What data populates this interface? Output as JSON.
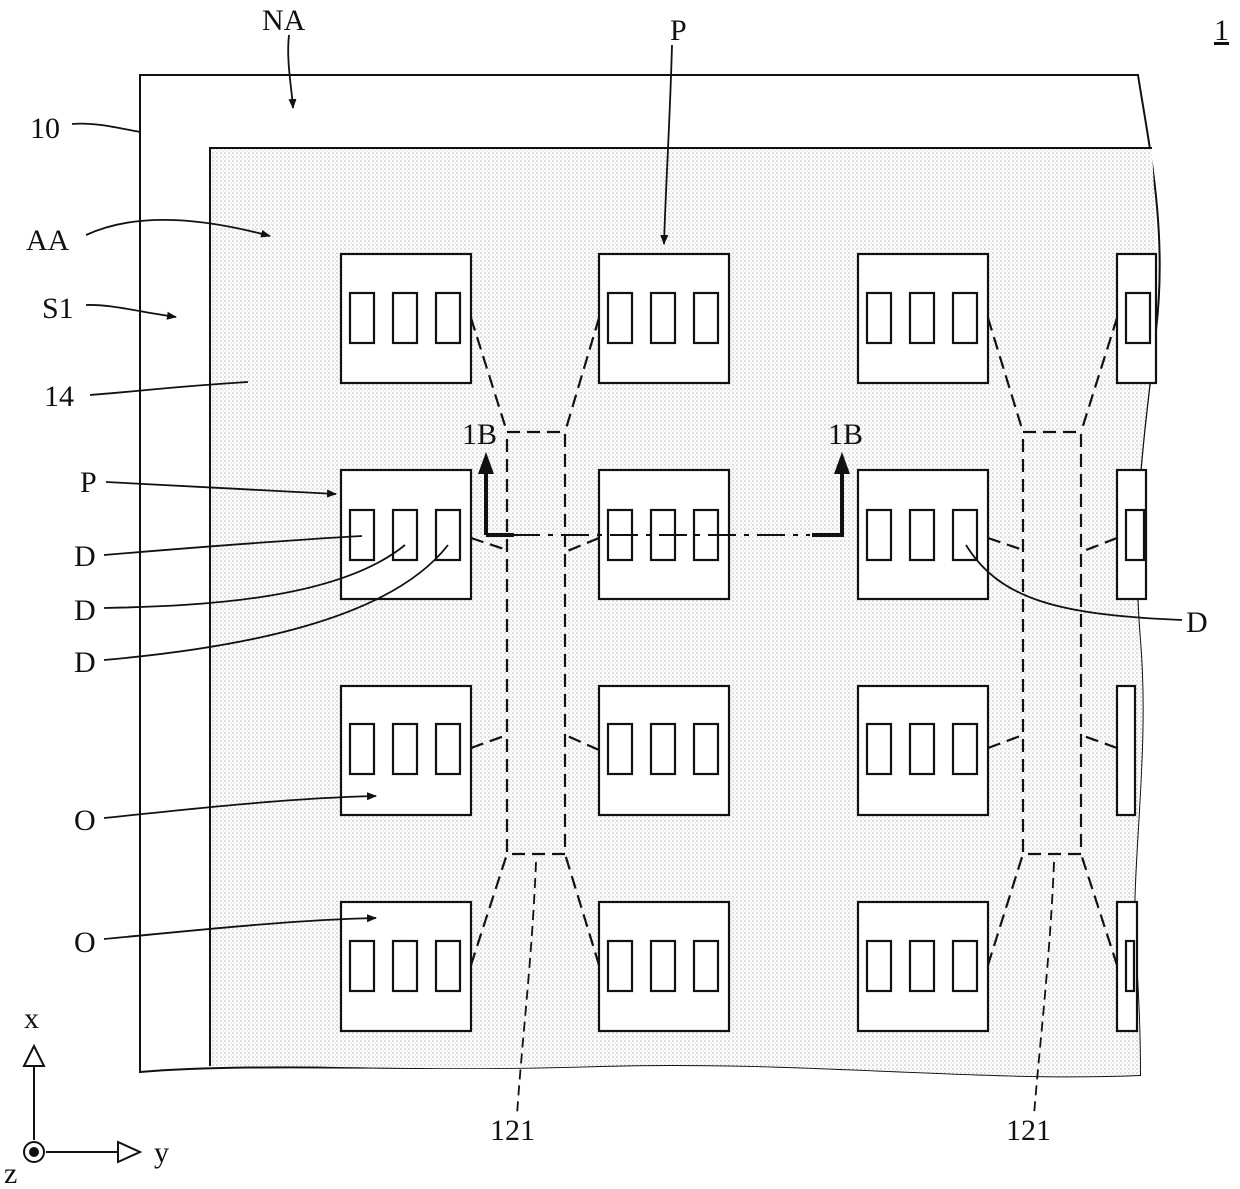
{
  "figure": {
    "number": "1",
    "labels": {
      "na": "NA",
      "ten": "10",
      "aa": "AA",
      "s1": "S1",
      "fourteen": "14",
      "p_top": "P",
      "p_left": "P",
      "d1": "D",
      "d2": "D",
      "d3": "D",
      "d_right": "D",
      "o1": "O",
      "o2": "O",
      "section_left": "1B",
      "section_right": "1B",
      "ref_left": "121",
      "ref_right": "121"
    },
    "axes": {
      "x": "x",
      "y": "y",
      "z": "z"
    }
  },
  "colors": {
    "line": "#111111",
    "stipple": "#a9a9a9",
    "background": "#ffffff"
  }
}
